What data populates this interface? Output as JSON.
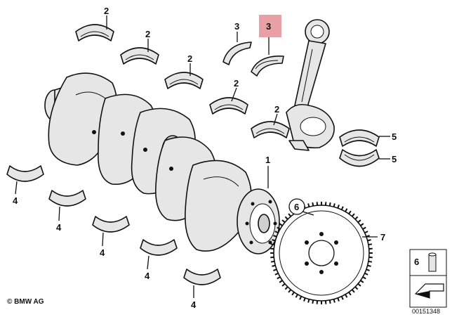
{
  "diagram": {
    "callouts": {
      "crankshaft": "1",
      "main_bearing_upper": "2",
      "thrust_bearing": "3",
      "main_bearing_lower": "4",
      "conrod_bearing": "5",
      "screw": "6",
      "flywheel_ring": "7"
    },
    "highlight_color": "#e8a0a6",
    "legend_label": "6",
    "copyright": "© BMW AG",
    "diagram_number": "00151348"
  }
}
